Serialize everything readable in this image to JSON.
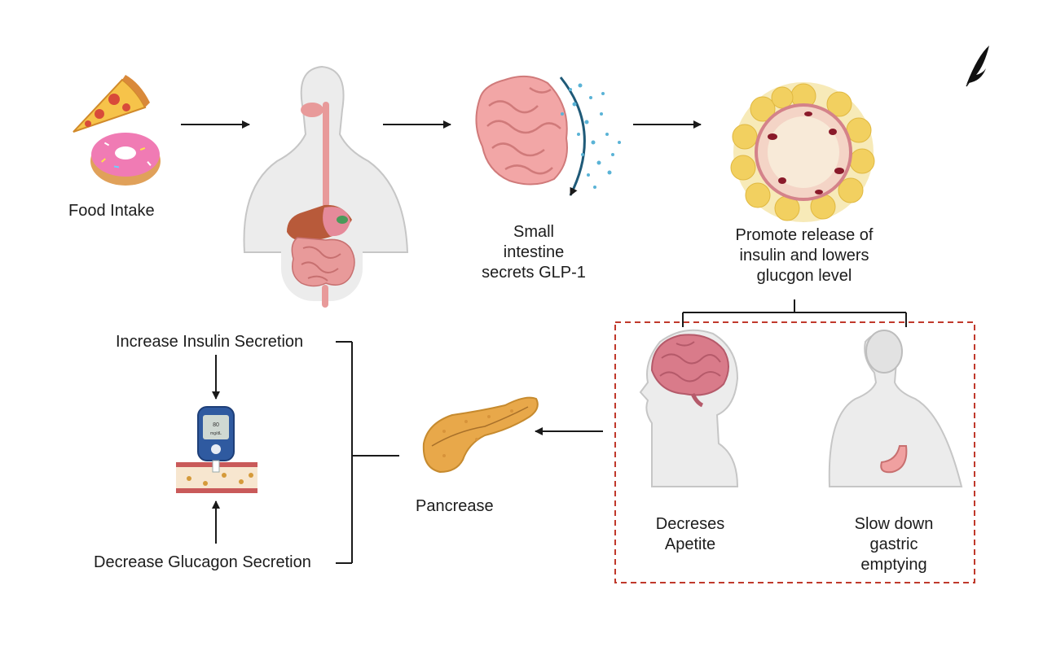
{
  "labels": {
    "food_intake": "Food Intake",
    "small_intestine": [
      "Small",
      "intestine",
      "secrets GLP-1"
    ],
    "promote_release": [
      "Promote release of",
      "insulin and lowers",
      "glucgon level"
    ],
    "decreases_apetite": [
      "Decreses",
      "Apetite"
    ],
    "slow_down": [
      "Slow down",
      "gastric",
      "emptying"
    ],
    "pancreas": "Pancrease",
    "increase_insulin": "Increase Insulin Secretion",
    "decrease_glucagon": "Decrease Glucagon Secretion"
  },
  "glucometer": {
    "reading": "80",
    "unit": "mg/dL"
  },
  "icons": [
    "pizza-icon",
    "donut-icon",
    "human-digestive-icon",
    "intestine-icon",
    "islet-cell-icon",
    "brain-head-icon",
    "stomach-body-icon",
    "pancreas-icon",
    "glucometer-icon",
    "blood-vessel-icon",
    "feather-logo-icon"
  ],
  "colors": {
    "arrow": "#1a1a1a",
    "dashed_box": "#c0392b",
    "organ_pink": "#e89a9a",
    "pancreas": "#e8a84a",
    "skin": "#ececec"
  }
}
